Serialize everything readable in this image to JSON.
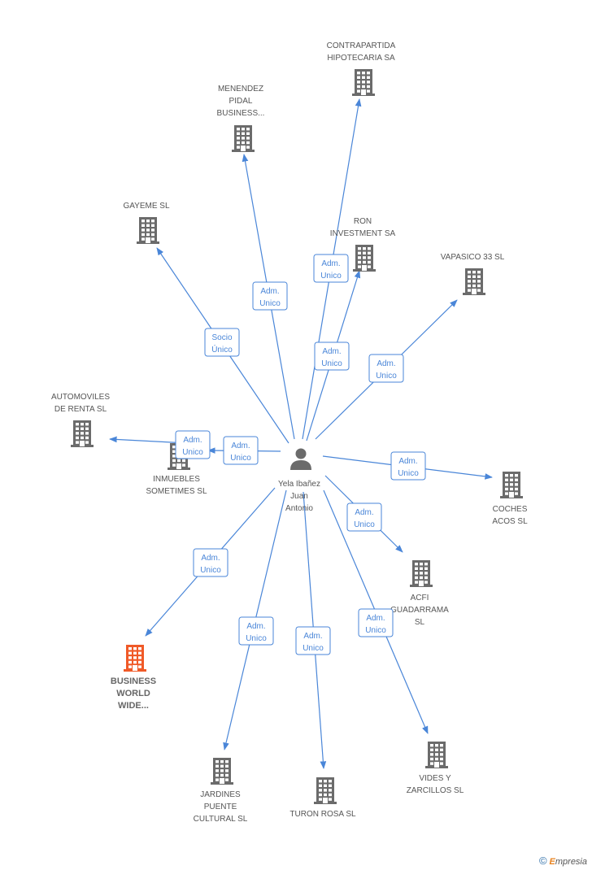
{
  "center": {
    "id": "person",
    "lines": [
      "Yela Ibañez",
      "Juan",
      "Antonio"
    ]
  },
  "nodes": [
    {
      "id": "contrapartida",
      "lines": [
        "CONTRAPARTIDA",
        "HIPOTECARIA SA"
      ],
      "highlight": false
    },
    {
      "id": "menendez",
      "lines": [
        "MENENDEZ",
        "PIDAL",
        "BUSINESS..."
      ],
      "highlight": false
    },
    {
      "id": "gayeme",
      "lines": [
        "GAYEME SL"
      ],
      "highlight": false
    },
    {
      "id": "ron",
      "lines": [
        "RON",
        "INVESTMENT SA"
      ],
      "highlight": false
    },
    {
      "id": "vapasico",
      "lines": [
        "VAPASICO 33 SL"
      ],
      "highlight": false
    },
    {
      "id": "automoviles",
      "lines": [
        "AUTOMOVILES",
        "DE RENTA SL"
      ],
      "highlight": false
    },
    {
      "id": "inmuebles",
      "lines": [
        "INMUEBLES",
        "SOMETIMES SL"
      ],
      "highlight": false
    },
    {
      "id": "coches",
      "lines": [
        "COCHES",
        "ACOS SL"
      ],
      "highlight": false
    },
    {
      "id": "acfi",
      "lines": [
        "ACFI",
        "GUADARRAMA",
        "SL"
      ],
      "highlight": false
    },
    {
      "id": "business",
      "lines": [
        "BUSINESS",
        "WORLD",
        "WIDE..."
      ],
      "highlight": true
    },
    {
      "id": "jardines",
      "lines": [
        "JARDINES",
        "PUENTE",
        "CULTURAL SL"
      ],
      "highlight": false
    },
    {
      "id": "turon",
      "lines": [
        "TURON ROSA SL"
      ],
      "highlight": false
    },
    {
      "id": "vides",
      "lines": [
        "VIDES Y",
        "ZARCILLOS SL"
      ],
      "highlight": false
    }
  ],
  "edges": [
    {
      "to": "contrapartida",
      "lines": [
        "Adm.",
        "Unico"
      ]
    },
    {
      "to": "menendez",
      "lines": [
        "Adm.",
        "Unico"
      ]
    },
    {
      "to": "gayeme",
      "lines": [
        "Socio",
        "Único"
      ]
    },
    {
      "to": "ron",
      "lines": [
        "Adm.",
        "Unico"
      ]
    },
    {
      "to": "vapasico",
      "lines": [
        "Adm.",
        "Unico"
      ]
    },
    {
      "to": "inmuebles",
      "lines": [
        "Adm.",
        "Unico"
      ]
    },
    {
      "to": "automoviles",
      "lines": [
        "Adm.",
        "Unico"
      ]
    },
    {
      "to": "coches",
      "lines": [
        "Adm.",
        "Unico"
      ]
    },
    {
      "to": "acfi",
      "lines": [
        "Adm.",
        "Unico"
      ]
    },
    {
      "to": "business",
      "lines": [
        "Adm.",
        "Unico"
      ]
    },
    {
      "to": "jardines",
      "lines": [
        "Adm.",
        "Unico"
      ]
    },
    {
      "to": "turon",
      "lines": [
        "Adm.",
        "Unico"
      ]
    },
    {
      "to": "vides",
      "lines": [
        "Adm.",
        "Unico"
      ]
    }
  ],
  "colors": {
    "edge": "#4a86d8",
    "building": "#6b6b6b",
    "highlight": "#f05a28",
    "person": "#6b6b6b"
  },
  "footer": {
    "copyright": "©",
    "brand_initial": "E",
    "brand_rest": "mpresia"
  }
}
